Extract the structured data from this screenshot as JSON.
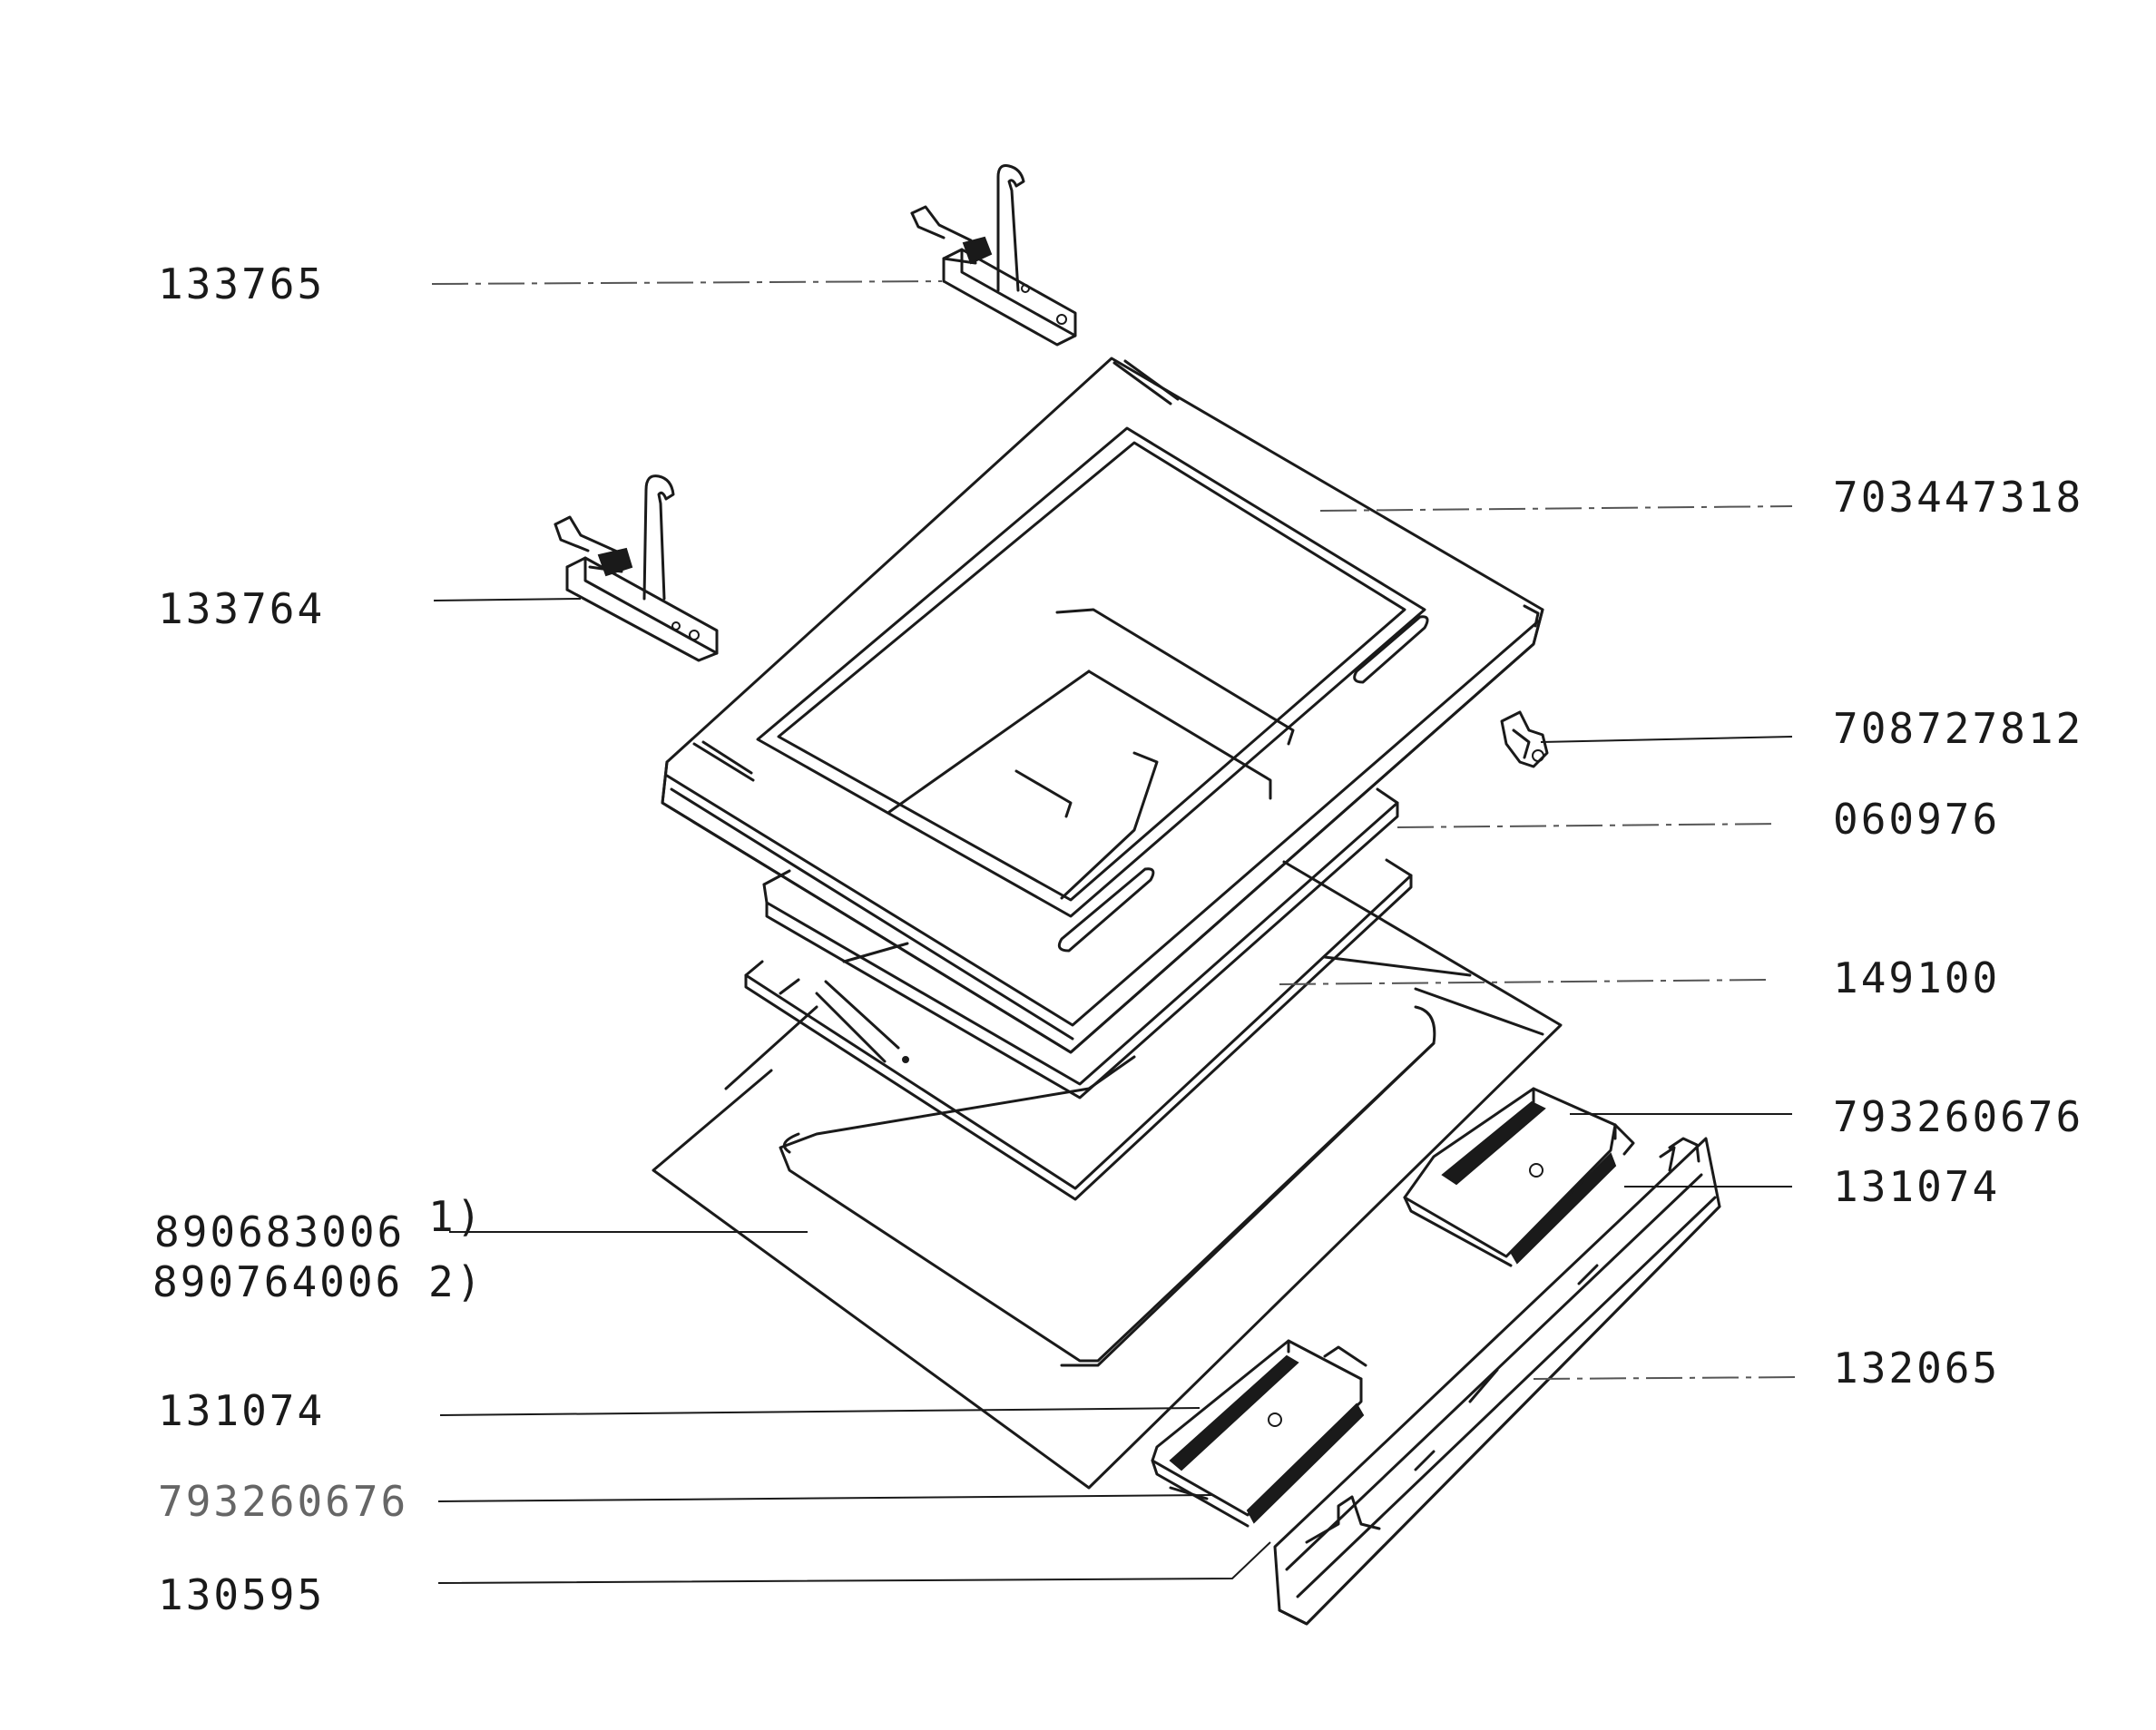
{
  "labels": {
    "p133765": "133765",
    "p703447318": "703447318",
    "p133764": "133764",
    "p708727812": "708727812",
    "p060976": "060976",
    "p149100": "149100",
    "p793260676_r": "793260676",
    "p131074_r": "131074",
    "p890683006": "890683006",
    "note1": "1)",
    "p890764006": "890764006",
    "note2": "2)",
    "p132065": "132065",
    "p131074_l": "131074",
    "p793260676_l": "793260676",
    "p130595": "130595"
  },
  "colors": {
    "ink": "#1a1a1a",
    "background": "#ffffff"
  }
}
